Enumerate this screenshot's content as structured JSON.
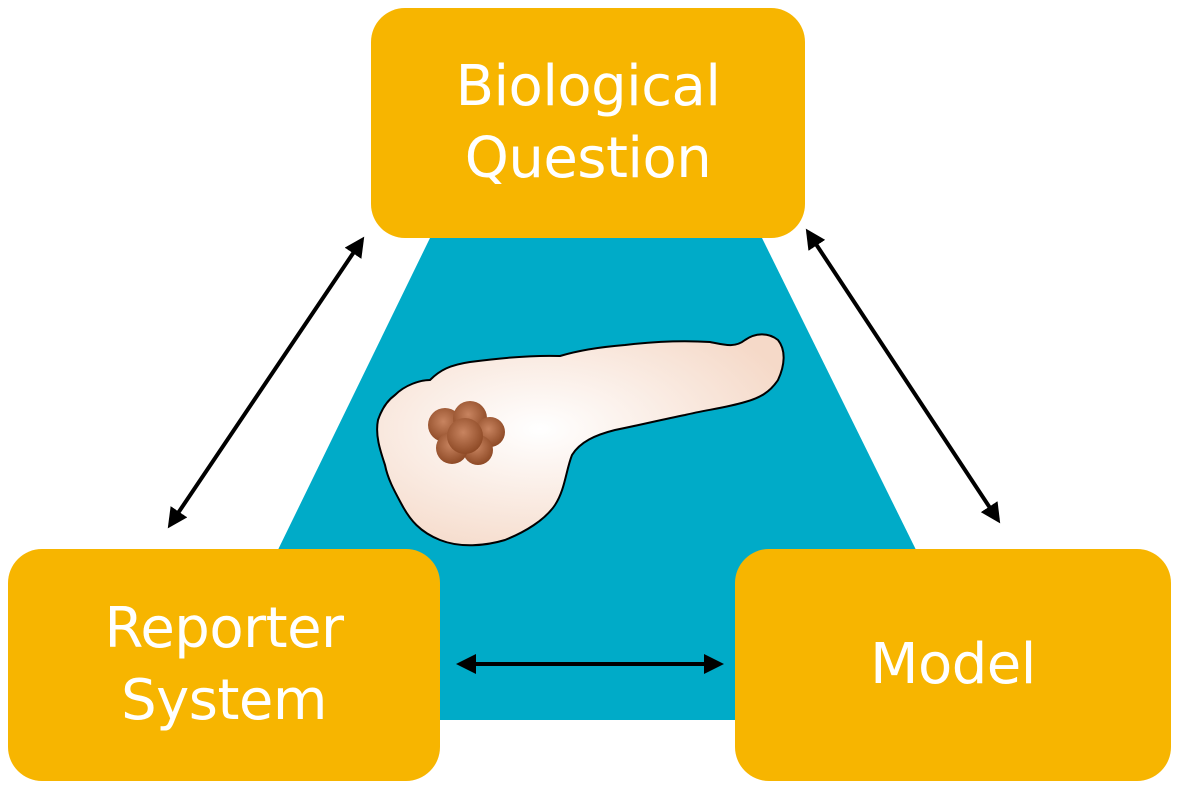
{
  "colors": {
    "box_fill": "#F7B500",
    "box_text": "#FFFFFF",
    "trapezoid_fill": "#00ABC8",
    "organ_fill": "#FBE6DC",
    "organ_outline": "#000000",
    "nodule_fill": "#A0522D",
    "arrow_color": "#000000"
  },
  "nodes": {
    "top": {
      "line1": "Biological",
      "line2": "Question"
    },
    "left": {
      "line1": "Reporter",
      "line2": "System"
    },
    "right": {
      "line1": "Model"
    }
  },
  "illustration": {
    "organ": "pancreas",
    "lesion": "tumor"
  },
  "connections": [
    {
      "from": "Biological Question",
      "to": "Reporter System",
      "style": "bidirectional-arrow"
    },
    {
      "from": "Biological Question",
      "to": "Model",
      "style": "bidirectional-arrow"
    },
    {
      "from": "Reporter System",
      "to": "Model",
      "style": "bidirectional-arrow"
    }
  ]
}
